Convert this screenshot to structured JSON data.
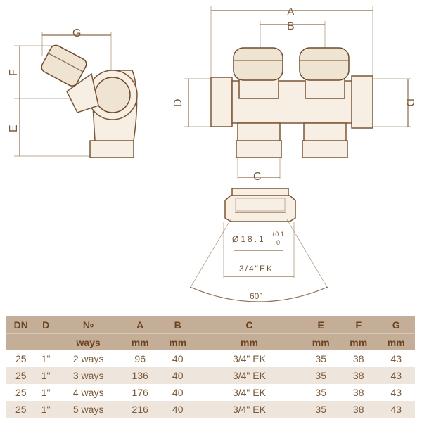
{
  "drawing": {
    "dims": {
      "A": "A",
      "B": "B",
      "C": "C",
      "D": "D",
      "E": "E",
      "F": "F",
      "G": "G"
    },
    "bore": "Ø18.1",
    "tol_upper": "+0.1",
    "tol_lower": "0",
    "thread": "3/4\"EK",
    "angle": "60°"
  },
  "table": {
    "headers": [
      "DN",
      "D",
      "№",
      "A",
      "B",
      "C",
      "E",
      "F",
      "G"
    ],
    "units": [
      "",
      "",
      "ways",
      "mm",
      "mm",
      "mm",
      "mm",
      "mm",
      "mm"
    ],
    "rows": [
      [
        "25",
        "1\"",
        "2 ways",
        "96",
        "40",
        "3/4\" EK",
        "35",
        "38",
        "43"
      ],
      [
        "25",
        "1\"",
        "3 ways",
        "136",
        "40",
        "3/4\" EK",
        "35",
        "38",
        "43"
      ],
      [
        "25",
        "1\"",
        "4 ways",
        "176",
        "40",
        "3/4\" EK",
        "35",
        "38",
        "43"
      ],
      [
        "25",
        "1\"",
        "5 ways",
        "216",
        "40",
        "3/4\" EK",
        "35",
        "38",
        "43"
      ]
    ]
  }
}
